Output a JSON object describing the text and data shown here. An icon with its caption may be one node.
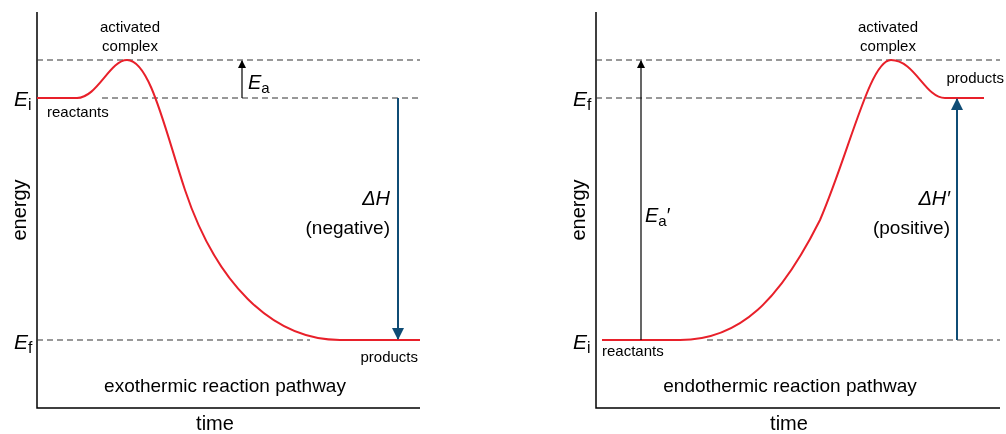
{
  "diagram": {
    "labels": [
      "activated complex",
      "*E*$_{i}$",
      "*E*$_{a}$",
      "reactants",
      "energy",
      "ΔH",
      "(negative)",
      "*E*$_{f}$",
      "products",
      "exothermic reaction pathway",
      "time",
      "activated complex",
      "*E*$_{f}$",
      "products",
      "energy",
      "*E*$_{a}$′",
      "ΔH′",
      "(positive)",
      "*E*$_{i}$",
      "reactants",
      "endothermic reaction pathway",
      "time"
    ]
  }
}
